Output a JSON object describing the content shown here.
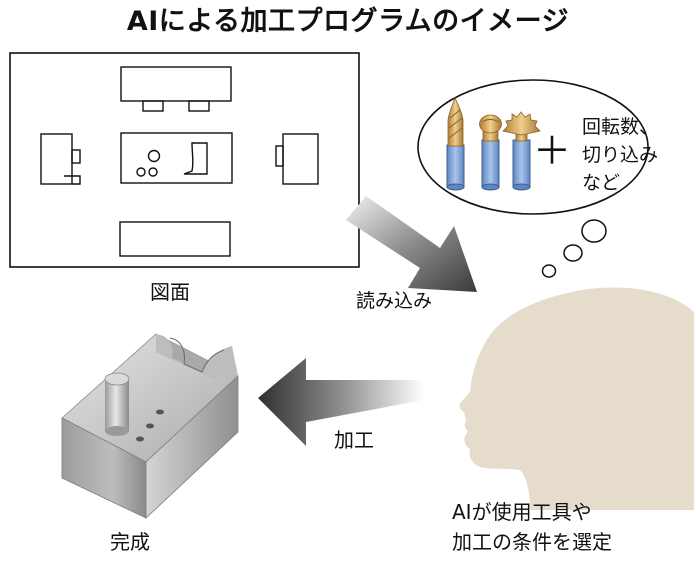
{
  "title": "AIによる加工プログラムのイメージ",
  "drawing": {
    "label": "図面"
  },
  "read_label": "読み込み",
  "machining_label": "加工",
  "complete_label": "完成",
  "thought": {
    "plus": "＋",
    "text": "回転数、\n切り込み\nなど",
    "tools": [
      "drill",
      "ball-end-mill",
      "face-mill"
    ]
  },
  "ai_caption": "AIが使用工具や\n加工の条件を選定",
  "colors": {
    "head": "#e6dccb",
    "shank": "#86a9d6",
    "tool_gold": "#d4a860",
    "arrow_dark": "#4a4a4a",
    "metal": "#b8b8b8"
  }
}
